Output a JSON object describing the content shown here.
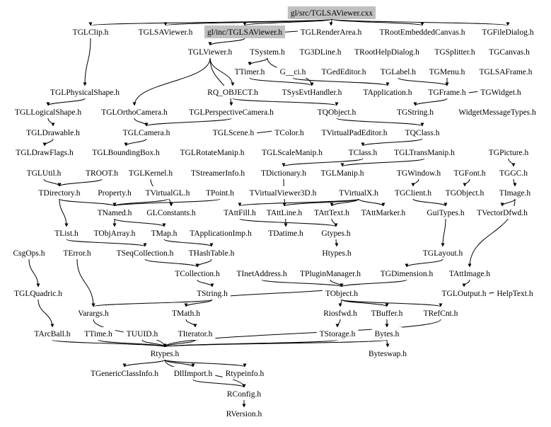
{
  "graph": {
    "root": "gl/src/TGLSAViewer.cxx",
    "highlight_color": "#c0c0c0",
    "nodes": [
      {
        "id": "n_root",
        "label": "gl/src/TGLSAViewer.cxx",
        "highlight": true
      },
      {
        "id": "n_tglclip",
        "label": "TGLClip.h"
      },
      {
        "id": "n_tglsaviewer",
        "label": "TGLSAViewer.h"
      },
      {
        "id": "n_glinc",
        "label": "gl/inc/TGLSAViewer.h",
        "highlight": true
      },
      {
        "id": "n_tglrenderarea",
        "label": "TGLRenderArea.h"
      },
      {
        "id": "n_trootembedded",
        "label": "TRootEmbeddedCanvas.h"
      },
      {
        "id": "n_tgfiledialog",
        "label": "TGFileDialog.h"
      },
      {
        "id": "n_tglviewer",
        "label": "TGLViewer.h"
      },
      {
        "id": "n_tsystem",
        "label": "TSystem.h"
      },
      {
        "id": "n_tg3dline",
        "label": "TG3DLine.h"
      },
      {
        "id": "n_troothelp",
        "label": "TRootHelpDialog.h"
      },
      {
        "id": "n_tgsplitter",
        "label": "TGSplitter.h"
      },
      {
        "id": "n_tgcanvas",
        "label": "TGCanvas.h"
      },
      {
        "id": "n_ttimer",
        "label": "TTimer.h"
      },
      {
        "id": "n_gci",
        "label": "G__ci.h"
      },
      {
        "id": "n_tgededitor",
        "label": "TGedEditor.h"
      },
      {
        "id": "n_tglabel",
        "label": "TGLabel.h"
      },
      {
        "id": "n_tgmenu",
        "label": "TGMenu.h"
      },
      {
        "id": "n_tglsaframe",
        "label": "TGLSAFrame.h"
      },
      {
        "id": "n_tglphysshape",
        "label": "TGLPhysicalShape.h"
      },
      {
        "id": "n_rqobject",
        "label": "RQ_OBJECT.h"
      },
      {
        "id": "n_tsysevt",
        "label": "TSysEvtHandler.h"
      },
      {
        "id": "n_tapplication",
        "label": "TApplication.h"
      },
      {
        "id": "n_tgframe",
        "label": "TGFrame.h"
      },
      {
        "id": "n_tgwidget",
        "label": "TGWidget.h"
      },
      {
        "id": "n_tgllogshape",
        "label": "TGLLogicalShape.h"
      },
      {
        "id": "n_tglorthocam",
        "label": "TGLOrthoCamera.h"
      },
      {
        "id": "n_tglperspcam",
        "label": "TGLPerspectiveCamera.h"
      },
      {
        "id": "n_tqobject",
        "label": "TQObject.h"
      },
      {
        "id": "n_tgstring",
        "label": "TGString.h"
      },
      {
        "id": "n_widgetmsg",
        "label": "WidgetMessageTypes.h"
      },
      {
        "id": "n_tgldrawable",
        "label": "TGLDrawable.h"
      },
      {
        "id": "n_tglcamera",
        "label": "TGLCamera.h"
      },
      {
        "id": "n_tglscene",
        "label": "TGLScene.h"
      },
      {
        "id": "n_tcolor",
        "label": "TColor.h"
      },
      {
        "id": "n_tvirtualpad",
        "label": "TVirtualPadEditor.h"
      },
      {
        "id": "n_tqclass",
        "label": "TQClass.h"
      },
      {
        "id": "n_tgldrawflags",
        "label": "TGLDrawFlags.h"
      },
      {
        "id": "n_tglboundbox",
        "label": "TGLBoundingBox.h"
      },
      {
        "id": "n_tglrotmanip",
        "label": "TGLRotateManip.h"
      },
      {
        "id": "n_tglscalemanip",
        "label": "TGLScaleManip.h"
      },
      {
        "id": "n_tclass",
        "label": "TClass.h"
      },
      {
        "id": "n_tgltransmanip",
        "label": "TGLTransManip.h"
      },
      {
        "id": "n_tgpicture",
        "label": "TGPicture.h"
      },
      {
        "id": "n_tglutil",
        "label": "TGLUtil.h"
      },
      {
        "id": "n_troot",
        "label": "TROOT.h"
      },
      {
        "id": "n_tglkernel",
        "label": "TGLKernel.h"
      },
      {
        "id": "n_tstreamerinfo",
        "label": "TStreamerInfo.h"
      },
      {
        "id": "n_tdictionary",
        "label": "TDictionary.h"
      },
      {
        "id": "n_tglmanip",
        "label": "TGLManip.h"
      },
      {
        "id": "n_tgwindow",
        "label": "TGWindow.h"
      },
      {
        "id": "n_tgfont",
        "label": "TGFont.h"
      },
      {
        "id": "n_tggc",
        "label": "TGGC.h"
      },
      {
        "id": "n_tdirectory",
        "label": "TDirectory.h"
      },
      {
        "id": "n_property",
        "label": "Property.h"
      },
      {
        "id": "n_tvirtualgl",
        "label": "TVirtualGL.h"
      },
      {
        "id": "n_tpoint",
        "label": "TPoint.h"
      },
      {
        "id": "n_tvirtualviewer3d",
        "label": "TVirtualViewer3D.h"
      },
      {
        "id": "n_tvirtualx",
        "label": "TVirtualX.h"
      },
      {
        "id": "n_tgclient",
        "label": "TGClient.h"
      },
      {
        "id": "n_tgobject",
        "label": "TGObject.h"
      },
      {
        "id": "n_timage",
        "label": "TImage.h"
      },
      {
        "id": "n_tnamed",
        "label": "TNamed.h"
      },
      {
        "id": "n_glconstants",
        "label": "GLConstants.h"
      },
      {
        "id": "n_tattfill",
        "label": "TAttFill.h"
      },
      {
        "id": "n_tattline",
        "label": "TAttLine.h"
      },
      {
        "id": "n_tatttext",
        "label": "TAttText.h"
      },
      {
        "id": "n_tattmarker",
        "label": "TAttMarker.h"
      },
      {
        "id": "n_guitypes",
        "label": "GuiTypes.h"
      },
      {
        "id": "n_tvectordfwd",
        "label": "TVectorDfwd.h"
      },
      {
        "id": "n_tlist",
        "label": "TList.h"
      },
      {
        "id": "n_tobjarray",
        "label": "TObjArray.h"
      },
      {
        "id": "n_tmap",
        "label": "TMap.h"
      },
      {
        "id": "n_tappimp",
        "label": "TApplicationImp.h"
      },
      {
        "id": "n_tdatime",
        "label": "TDatime.h"
      },
      {
        "id": "n_gtypes",
        "label": "Gtypes.h"
      },
      {
        "id": "n_csgops",
        "label": "CsgOps.h"
      },
      {
        "id": "n_terror",
        "label": "TError.h"
      },
      {
        "id": "n_tseqcoll",
        "label": "TSeqCollection.h"
      },
      {
        "id": "n_thashtable",
        "label": "THashTable.h"
      },
      {
        "id": "n_htypes",
        "label": "Htypes.h"
      },
      {
        "id": "n_tglayout",
        "label": "TGLayout.h"
      },
      {
        "id": "n_tcollection",
        "label": "TCollection.h"
      },
      {
        "id": "n_tinetaddr",
        "label": "TInetAddress.h"
      },
      {
        "id": "n_tpluginmgr",
        "label": "TPluginManager.h"
      },
      {
        "id": "n_tgdimension",
        "label": "TGDimension.h"
      },
      {
        "id": "n_tattimage",
        "label": "TAttImage.h"
      },
      {
        "id": "n_tglquadric",
        "label": "TGLQuadric.h"
      },
      {
        "id": "n_tstring",
        "label": "TString.h"
      },
      {
        "id": "n_tobject",
        "label": "TObject.h"
      },
      {
        "id": "n_tgloutput",
        "label": "TGLOutput.h"
      },
      {
        "id": "n_helptext",
        "label": "HelpText.h"
      },
      {
        "id": "n_varargs",
        "label": "Varargs.h"
      },
      {
        "id": "n_tmath",
        "label": "TMath.h"
      },
      {
        "id": "n_riosfwd",
        "label": "Riosfwd.h"
      },
      {
        "id": "n_tbuffer",
        "label": "TBuffer.h"
      },
      {
        "id": "n_trefcnt",
        "label": "TRefCnt.h"
      },
      {
        "id": "n_tarcball",
        "label": "TArcBall.h"
      },
      {
        "id": "n_ttime",
        "label": "TTime.h"
      },
      {
        "id": "n_tuuid",
        "label": "TUUID.h"
      },
      {
        "id": "n_titerator",
        "label": "TIterator.h"
      },
      {
        "id": "n_tstorage",
        "label": "TStorage.h"
      },
      {
        "id": "n_bytes",
        "label": "Bytes.h"
      },
      {
        "id": "n_rtypes",
        "label": "Rtypes.h"
      },
      {
        "id": "n_byteswap",
        "label": "Byteswap.h"
      },
      {
        "id": "n_tgenericclass",
        "label": "TGenericClassInfo.h"
      },
      {
        "id": "n_dllimport",
        "label": "DllImport.h"
      },
      {
        "id": "n_rtypeinfo",
        "label": "Rtypeinfo.h"
      },
      {
        "id": "n_rconfig",
        "label": "RConfig.h"
      },
      {
        "id": "n_rversion",
        "label": "RVersion.h"
      }
    ],
    "edges": [
      [
        "n_root",
        "n_tglclip"
      ],
      [
        "n_root",
        "n_tglsaviewer"
      ],
      [
        "n_root",
        "n_glinc"
      ],
      [
        "n_root",
        "n_tglrenderarea"
      ],
      [
        "n_root",
        "n_trootembedded"
      ],
      [
        "n_root",
        "n_tgfiledialog"
      ],
      [
        "n_glinc",
        "n_tglviewer"
      ],
      [
        "n_glinc",
        "n_tglrenderarea"
      ],
      [
        "n_tglclip",
        "n_tglphysshape"
      ],
      [
        "n_tglviewer",
        "n_rqobject"
      ],
      [
        "n_tglviewer",
        "n_tglperspcam"
      ],
      [
        "n_tglviewer",
        "n_tglorthocam"
      ],
      [
        "n_tsystem",
        "n_ttimer"
      ],
      [
        "n_tsystem",
        "n_tsysevt"
      ],
      [
        "n_ttimer",
        "n_tsysevt"
      ],
      [
        "n_gci",
        "n_tapplication"
      ],
      [
        "n_tglabel",
        "n_tgframe"
      ],
      [
        "n_tgmenu",
        "n_tgframe"
      ],
      [
        "n_tgframe",
        "n_tgwidget"
      ],
      [
        "n_tgframe",
        "n_tgstring"
      ],
      [
        "n_tglphysshape",
        "n_tgllogshape"
      ],
      [
        "n_tgllogshape",
        "n_tgldrawable"
      ],
      [
        "n_tglorthocam",
        "n_tglcamera"
      ],
      [
        "n_tglperspcam",
        "n_tglcamera"
      ],
      [
        "n_rqobject",
        "n_tqobject"
      ],
      [
        "n_tqobject",
        "n_tqclass"
      ],
      [
        "n_tqclass",
        "n_tclass"
      ],
      [
        "n_tglscene",
        "n_tcolor"
      ],
      [
        "n_tglcamera",
        "n_tglboundbox"
      ],
      [
        "n_tgldrawable",
        "n_tgldrawflags"
      ],
      [
        "n_tclass",
        "n_tdictionary"
      ],
      [
        "n_tgltransmanip",
        "n_tglmanip"
      ],
      [
        "n_tgpicture",
        "n_tggc"
      ],
      [
        "n_tgwindow",
        "n_tgclient"
      ],
      [
        "n_tgfont",
        "n_tgobject"
      ],
      [
        "n_tggc",
        "n_timage"
      ],
      [
        "n_troot",
        "n_tdirectory"
      ],
      [
        "n_tglutil",
        "n_tdirectory"
      ],
      [
        "n_tdirectory",
        "n_tlist"
      ],
      [
        "n_tdirectory",
        "n_tnamed"
      ],
      [
        "n_tvirtualgl",
        "n_tnamed"
      ],
      [
        "n_tpoint",
        "n_tnamed"
      ],
      [
        "n_tglkernel",
        "n_glconstants"
      ],
      [
        "n_tvirtualx",
        "n_tattfill"
      ],
      [
        "n_tvirtualx",
        "n_tattline"
      ],
      [
        "n_tvirtualx",
        "n_tatttext"
      ],
      [
        "n_tvirtualx",
        "n_tattmarker"
      ],
      [
        "n_tgclient",
        "n_guitypes"
      ],
      [
        "n_timage",
        "n_tvectordfwd"
      ],
      [
        "n_tnamed",
        "n_tobjarray"
      ],
      [
        "n_tnamed",
        "n_tmap"
      ],
      [
        "n_tdictionary",
        "n_tdatime"
      ],
      [
        "n_tattfill",
        "n_gtypes"
      ],
      [
        "n_tatttext",
        "n_gtypes"
      ],
      [
        "n_gtypes",
        "n_htypes"
      ],
      [
        "n_tobjarray",
        "n_tseqcollection"
      ],
      [
        "n_tmap",
        "n_thashtable"
      ],
      [
        "n_tlist",
        "n_tseqcoll"
      ],
      [
        "n_tseqcoll",
        "n_tcollection"
      ],
      [
        "n_thashtable",
        "n_tcollection"
      ],
      [
        "n_tcollection",
        "n_tstring"
      ],
      [
        "n_tinetaddr",
        "n_tobject"
      ],
      [
        "n_tpluginmgr",
        "n_tobject"
      ],
      [
        "n_tgdimension",
        "n_tobject"
      ],
      [
        "n_guitypes",
        "n_tglayout"
      ],
      [
        "n_tglayout",
        "n_tgdimension"
      ],
      [
        "n_timage",
        "n_tattimage"
      ],
      [
        "n_tattimage",
        "n_tgloutput"
      ],
      [
        "n_tstring",
        "n_varargs"
      ],
      [
        "n_tstring",
        "n_tmath"
      ],
      [
        "n_tstring",
        "n_tobject"
      ],
      [
        "n_tobject",
        "n_riosfwd"
      ],
      [
        "n_tobject",
        "n_tbuffer"
      ],
      [
        "n_tobject",
        "n_trefcnt"
      ],
      [
        "n_terror",
        "n_varargs"
      ],
      [
        "n_tglquadric",
        "n_tarcball"
      ],
      [
        "n_tmath",
        "n_titerator"
      ],
      [
        "n_riosfwd",
        "n_tstorage"
      ],
      [
        "n_tbuffer",
        "n_bytes"
      ],
      [
        "n_bytes",
        "n_byteswap"
      ],
      [
        "n_tarcball",
        "n_rtypes"
      ],
      [
        "n_ttime",
        "n_rtypes"
      ],
      [
        "n_tuuid",
        "n_rtypes"
      ],
      [
        "n_titerator",
        "n_rtypes"
      ],
      [
        "n_tstorage",
        "n_rtypes"
      ],
      [
        "n_bytes",
        "n_rtypes"
      ],
      [
        "n_rtypes",
        "n_tgenericclass"
      ],
      [
        "n_rtypes",
        "n_dllimport"
      ],
      [
        "n_rtypes",
        "n_rtypeinfo"
      ],
      [
        "n_rtypes",
        "n_rconfig"
      ],
      [
        "n_dllimport",
        "n_rconfig"
      ],
      [
        "n_rconfig",
        "n_rversion"
      ],
      [
        "n_varargs",
        "n_rtypes"
      ],
      [
        "n_trefcnt",
        "n_rtypes"
      ],
      [
        "n_tgloutput",
        "n_helptext"
      ],
      [
        "n_csgops",
        "n_tglquadric"
      ]
    ]
  }
}
